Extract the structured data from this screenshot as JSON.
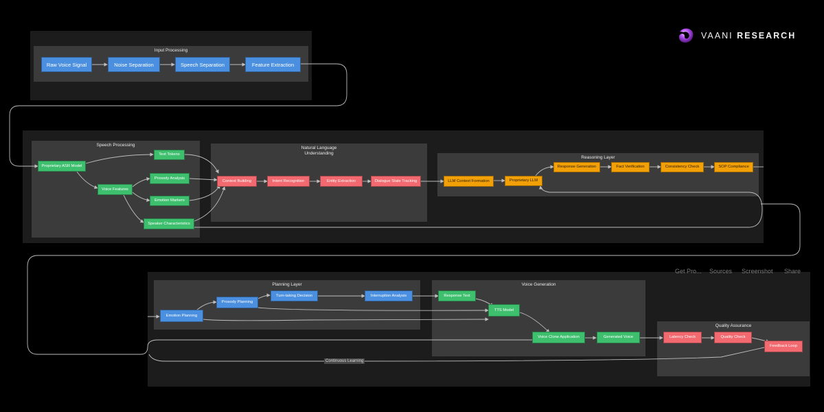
{
  "brand": {
    "name_light": "VAANI",
    "name_bold": "RESEARCH",
    "accent": "#9b3df2"
  },
  "overlay_toolbar": {
    "get_pro": "Get Pro...",
    "sources": "Sources",
    "screenshot": "Screenshot",
    "share": "Share"
  },
  "groups": {
    "input_processing": "Input Processing",
    "speech_processing": "Speech Processing",
    "nlu": "Natural Language\nUnderstanding",
    "reasoning": "Reasoning Layer",
    "planning": "Planning Layer",
    "voice_generation": "Voice Generation",
    "quality": "Quality Assurance"
  },
  "nodes": {
    "raw_voice": "Raw Voice Signal",
    "noise_sep": "Noise Separation",
    "speech_sep": "Speech Separation",
    "feature_ext": "Feature Extraction",
    "asr": "Proprietary ASR Model",
    "text_tokens": "Text Tokens",
    "voice_features": "Voice Features",
    "prosody_analysis": "Prosody Analysis",
    "emotion_markers": "Emotion Markers",
    "speaker_char": "Speaker Characteristics",
    "context_building": "Context Building",
    "intent_recog": "Intent Recognition",
    "entity_ext": "Entity Extraction",
    "dialogue_state": "Dialogue State Tracking",
    "llm_context": "LLM Context Formation",
    "proprietary_llm": "Proprietary LLM",
    "response_gen": "Response Generation",
    "fact_verif": "Fact Verification",
    "consistency": "Consistency Check",
    "sop": "SOP Compliance",
    "emotion_planning": "Emotion Planning",
    "prosody_planning": "Prosody Planning",
    "turn_taking": "Turn-taking Decision",
    "interruption": "Interruption Analysis",
    "response_text": "Response Text",
    "tts": "TTS Model",
    "voice_clone": "Voice Clone Application",
    "generated_voice": "Generated Voice",
    "latency": "Latency Check",
    "quality_check": "Quality Check",
    "feedback": "Feedback Loop"
  },
  "edge_labels": {
    "continuous_learning": "Continuous Learning"
  },
  "colors": {
    "blue": "#4a8fe0",
    "green": "#3dbf6e",
    "orange": "#f2a007",
    "red": "#f26a6f",
    "wire": "#bdbdbd"
  }
}
